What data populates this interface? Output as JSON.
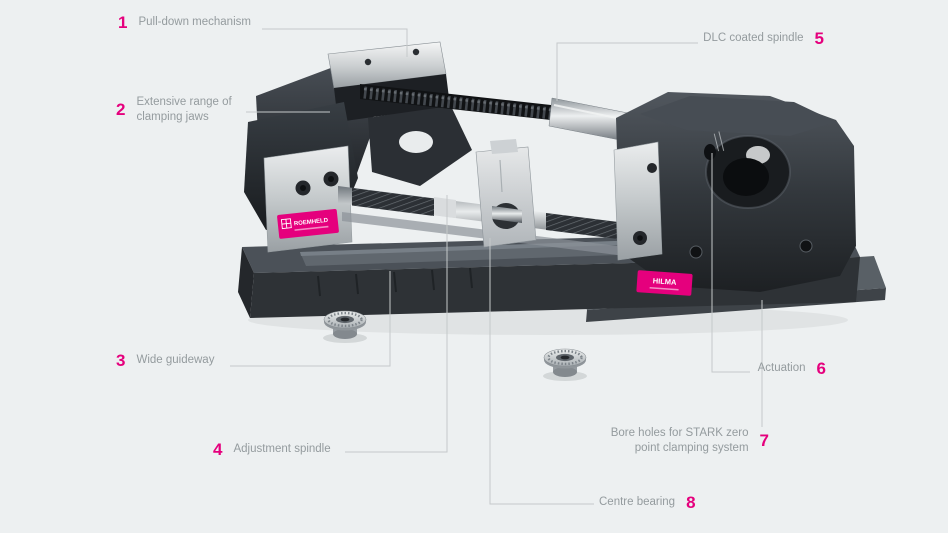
{
  "callouts": [
    {
      "number": "1",
      "label": "Pull-down mechanism"
    },
    {
      "number": "2",
      "label": "Extensive range of clamping jaws"
    },
    {
      "number": "3",
      "label": "Wide guideway"
    },
    {
      "number": "4",
      "label": "Adjustment spindle"
    },
    {
      "number": "5",
      "label": "DLC coated spindle"
    },
    {
      "number": "6",
      "label": "Actuation"
    },
    {
      "number": "7",
      "label": "Bore holes for STARK zero point clamping system"
    },
    {
      "number": "8",
      "label": "Centre bearing"
    }
  ],
  "machine": {
    "brand_plate_left": "ROEMHELD",
    "brand_plate_right": "HILMA"
  },
  "colors": {
    "accent": "#e5007d",
    "label_text": "#949b9e",
    "callout_line": "#c5c9ca",
    "background": "#edf0f1"
  }
}
